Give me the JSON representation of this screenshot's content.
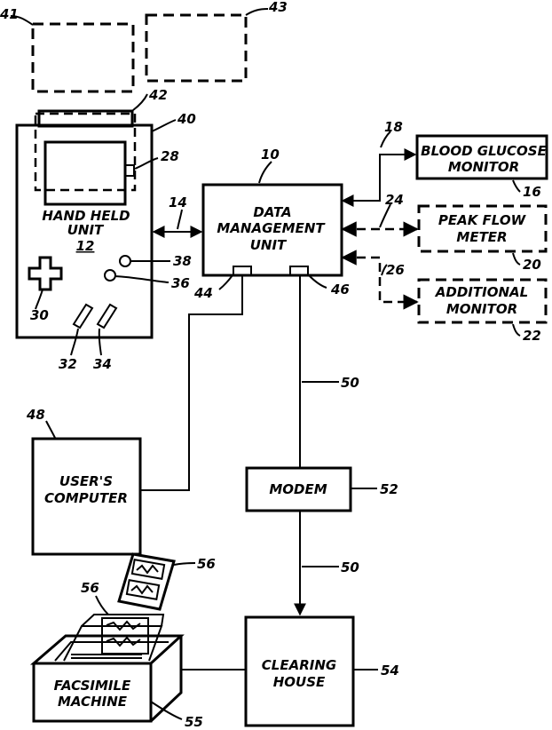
{
  "blocks": {
    "data_management_unit": [
      "DATA",
      "MANAGEMENT",
      "UNIT"
    ],
    "hand_held_unit": [
      "HAND HELD",
      "UNIT"
    ],
    "blood_glucose_monitor": [
      "BLOOD GLUCOSE",
      "MONITOR"
    ],
    "peak_flow_meter": [
      "PEAK FLOW",
      "METER"
    ],
    "additional_monitor": [
      "ADDITIONAL",
      "MONITOR"
    ],
    "users_computer": [
      "USER'S",
      "COMPUTER"
    ],
    "modem": "MODEM",
    "clearing_house": [
      "CLEARING",
      "HOUSE"
    ],
    "facsimile_machine": [
      "FACSIMILE",
      "MACHINE"
    ]
  },
  "refs": {
    "r41": "41",
    "r43": "43",
    "r42": "42",
    "r40": "40",
    "r28": "28",
    "r10": "10",
    "r18": "18",
    "r14": "14",
    "r12": "12",
    "r16": "16",
    "r24": "24",
    "r20": "20",
    "r38": "38",
    "r36": "36",
    "r30": "30",
    "r44": "44",
    "r46": "46",
    "r26": "26",
    "r22": "22",
    "r32": "32",
    "r34": "34",
    "r50a": "50",
    "r48": "48",
    "r52": "52",
    "r56a": "56",
    "r50b": "50",
    "r56b": "56",
    "r54": "54",
    "r55": "55"
  }
}
